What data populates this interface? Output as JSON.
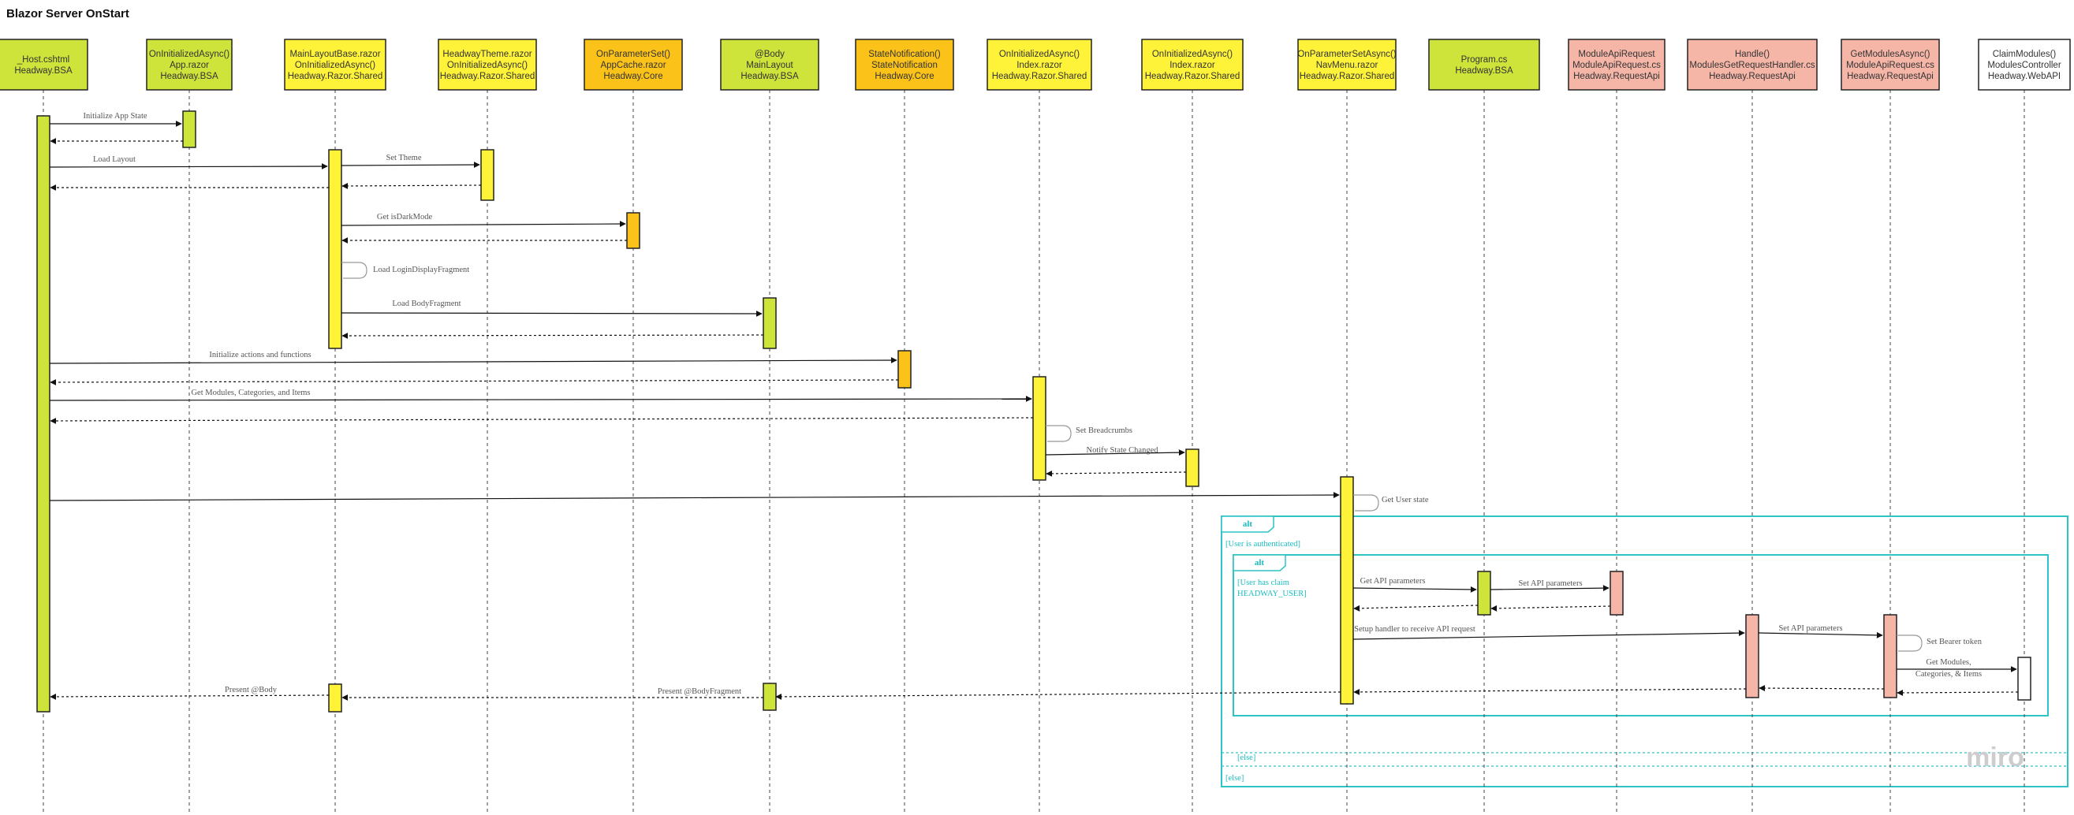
{
  "title": "Blazor Server OnStart",
  "colors": {
    "green": "#cfe43a",
    "yellow": "#fff33a",
    "orange": "#fbc21a",
    "salmon": "#f5b6a8",
    "white": "#ffffff",
    "frame": "#2ec4c6"
  },
  "participants": [
    {
      "id": "host",
      "lines": [
        "_Host.cshtml",
        "Headway.BSA"
      ],
      "color": "green"
    },
    {
      "id": "app",
      "lines": [
        "OnInitializedAsync()",
        "App.razor",
        "Headway.BSA"
      ],
      "color": "green"
    },
    {
      "id": "mlb",
      "lines": [
        "MainLayoutBase.razor",
        "OnInitializedAsync()",
        "Headway.Razor.Shared"
      ],
      "color": "yellow"
    },
    {
      "id": "theme",
      "lines": [
        "HeadwayTheme.razor",
        "OnInitializedAsync()",
        "Headway.Razor.Shared"
      ],
      "color": "yellow"
    },
    {
      "id": "cache",
      "lines": [
        "OnParameterSet()",
        "AppCache.razor",
        "Headway.Core"
      ],
      "color": "orange"
    },
    {
      "id": "body",
      "lines": [
        "@Body",
        "MainLayout",
        "Headway.BSA"
      ],
      "color": "green"
    },
    {
      "id": "state",
      "lines": [
        "StateNotification()",
        "StateNotification",
        "Headway.Core"
      ],
      "color": "orange"
    },
    {
      "id": "index1",
      "lines": [
        "OnInitializedAsync()",
        "Index.razor",
        "Headway.Razor.Shared"
      ],
      "color": "yellow"
    },
    {
      "id": "index2",
      "lines": [
        "OnInitializedAsync()",
        "Index.razor",
        "Headway.Razor.Shared"
      ],
      "color": "yellow"
    },
    {
      "id": "nav",
      "lines": [
        "OnParameterSetAsync()",
        "NavMenu.razor",
        "Headway.Razor.Shared"
      ],
      "color": "yellow"
    },
    {
      "id": "prog",
      "lines": [
        "Program.cs",
        "Headway.BSA"
      ],
      "color": "green"
    },
    {
      "id": "modreq",
      "lines": [
        "ModuleApiRequest",
        "ModuleApiRequest.cs",
        "Headway.RequestApi"
      ],
      "color": "salmon"
    },
    {
      "id": "handle",
      "lines": [
        "Handle()",
        "ModulesGetRequestHandler.cs",
        "Headway.RequestApi"
      ],
      "color": "salmon"
    },
    {
      "id": "getmod",
      "lines": [
        "GetModulesAsync()",
        "ModuleApiRequest.cs",
        "Headway.RequestApi"
      ],
      "color": "salmon"
    },
    {
      "id": "claim",
      "lines": [
        "ClaimModules()",
        "ModulesController",
        "Headway.WebAPI"
      ],
      "color": "white"
    }
  ],
  "messages": [
    {
      "label": "Initialize App State"
    },
    {
      "label": "Load Layout"
    },
    {
      "label": "Set Theme"
    },
    {
      "label": "Get isDarkMode"
    },
    {
      "label": "Load LoginDisplayFragment"
    },
    {
      "label": "Load BodyFragment"
    },
    {
      "label": "Initialize actions and functions"
    },
    {
      "label": "Get Modules, Categories, and Items"
    },
    {
      "label": "Set Breadcrumbs"
    },
    {
      "label": "Notify State Changed"
    },
    {
      "label": "Get User state"
    },
    {
      "label": "Get API parameters"
    },
    {
      "label": "Set API parameters"
    },
    {
      "label": "Setup handler to receive API request"
    },
    {
      "label": "Set API parameters"
    },
    {
      "label": "Set Bearer token"
    },
    {
      "lines": [
        "Get Modules,",
        "Categories, & Items"
      ]
    },
    {
      "label": "Present @Body"
    },
    {
      "label": "Present @BodyFragment"
    }
  ],
  "fragments": {
    "outer": {
      "operator": "alt",
      "guard": "[User is authenticated]",
      "else_guard": "[else]"
    },
    "inner": {
      "operator": "alt",
      "guard_lines": [
        "[User has claim",
        "HEADWAY_USER]"
      ],
      "else_guard": "[else]"
    }
  },
  "logo": "miro"
}
